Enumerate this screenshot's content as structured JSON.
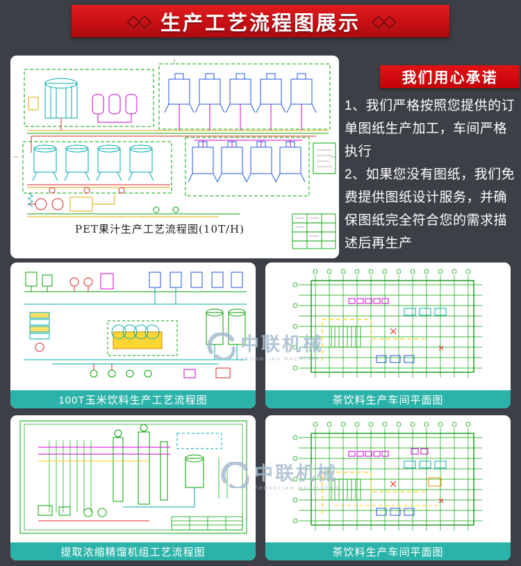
{
  "header": {
    "title": "生产工艺流程图展示",
    "decor_left": "◇◇",
    "decor_right": "◇◇"
  },
  "promise": {
    "badge": "我们用心承诺",
    "items": [
      "1、我们严格按照您提供的订单图纸生产加工，车间严格执行",
      "2、如果您没有图纸，我们免费提供图纸设计服务，并确保图纸完全符合您的需求描述后再生产"
    ]
  },
  "panels": [
    {
      "id": "pet-juice-flow",
      "caption": "PET果汁生产工艺流程图(10T/H)"
    },
    {
      "id": "corn-beverage-flow",
      "caption": "100T玉米饮料生产工艺流程图"
    },
    {
      "id": "tea-workshop-plan-1",
      "caption": "茶饮料生产车间平面图"
    },
    {
      "id": "extraction-distillation-flow",
      "caption": "提取浓缩精馏机组工艺流程图"
    },
    {
      "id": "tea-workshop-plan-2",
      "caption": "茶饮料生产车间平面图"
    }
  ],
  "watermark": {
    "text": "中联机械",
    "subtext": "ZHONGLIAN MACHINERY"
  },
  "colors": {
    "background": "#3c4046",
    "banner_red": "#c90f14",
    "badge_red": "#d20a10",
    "caption_teal": "#2bb3aa",
    "panel_white": "#ffffff"
  }
}
